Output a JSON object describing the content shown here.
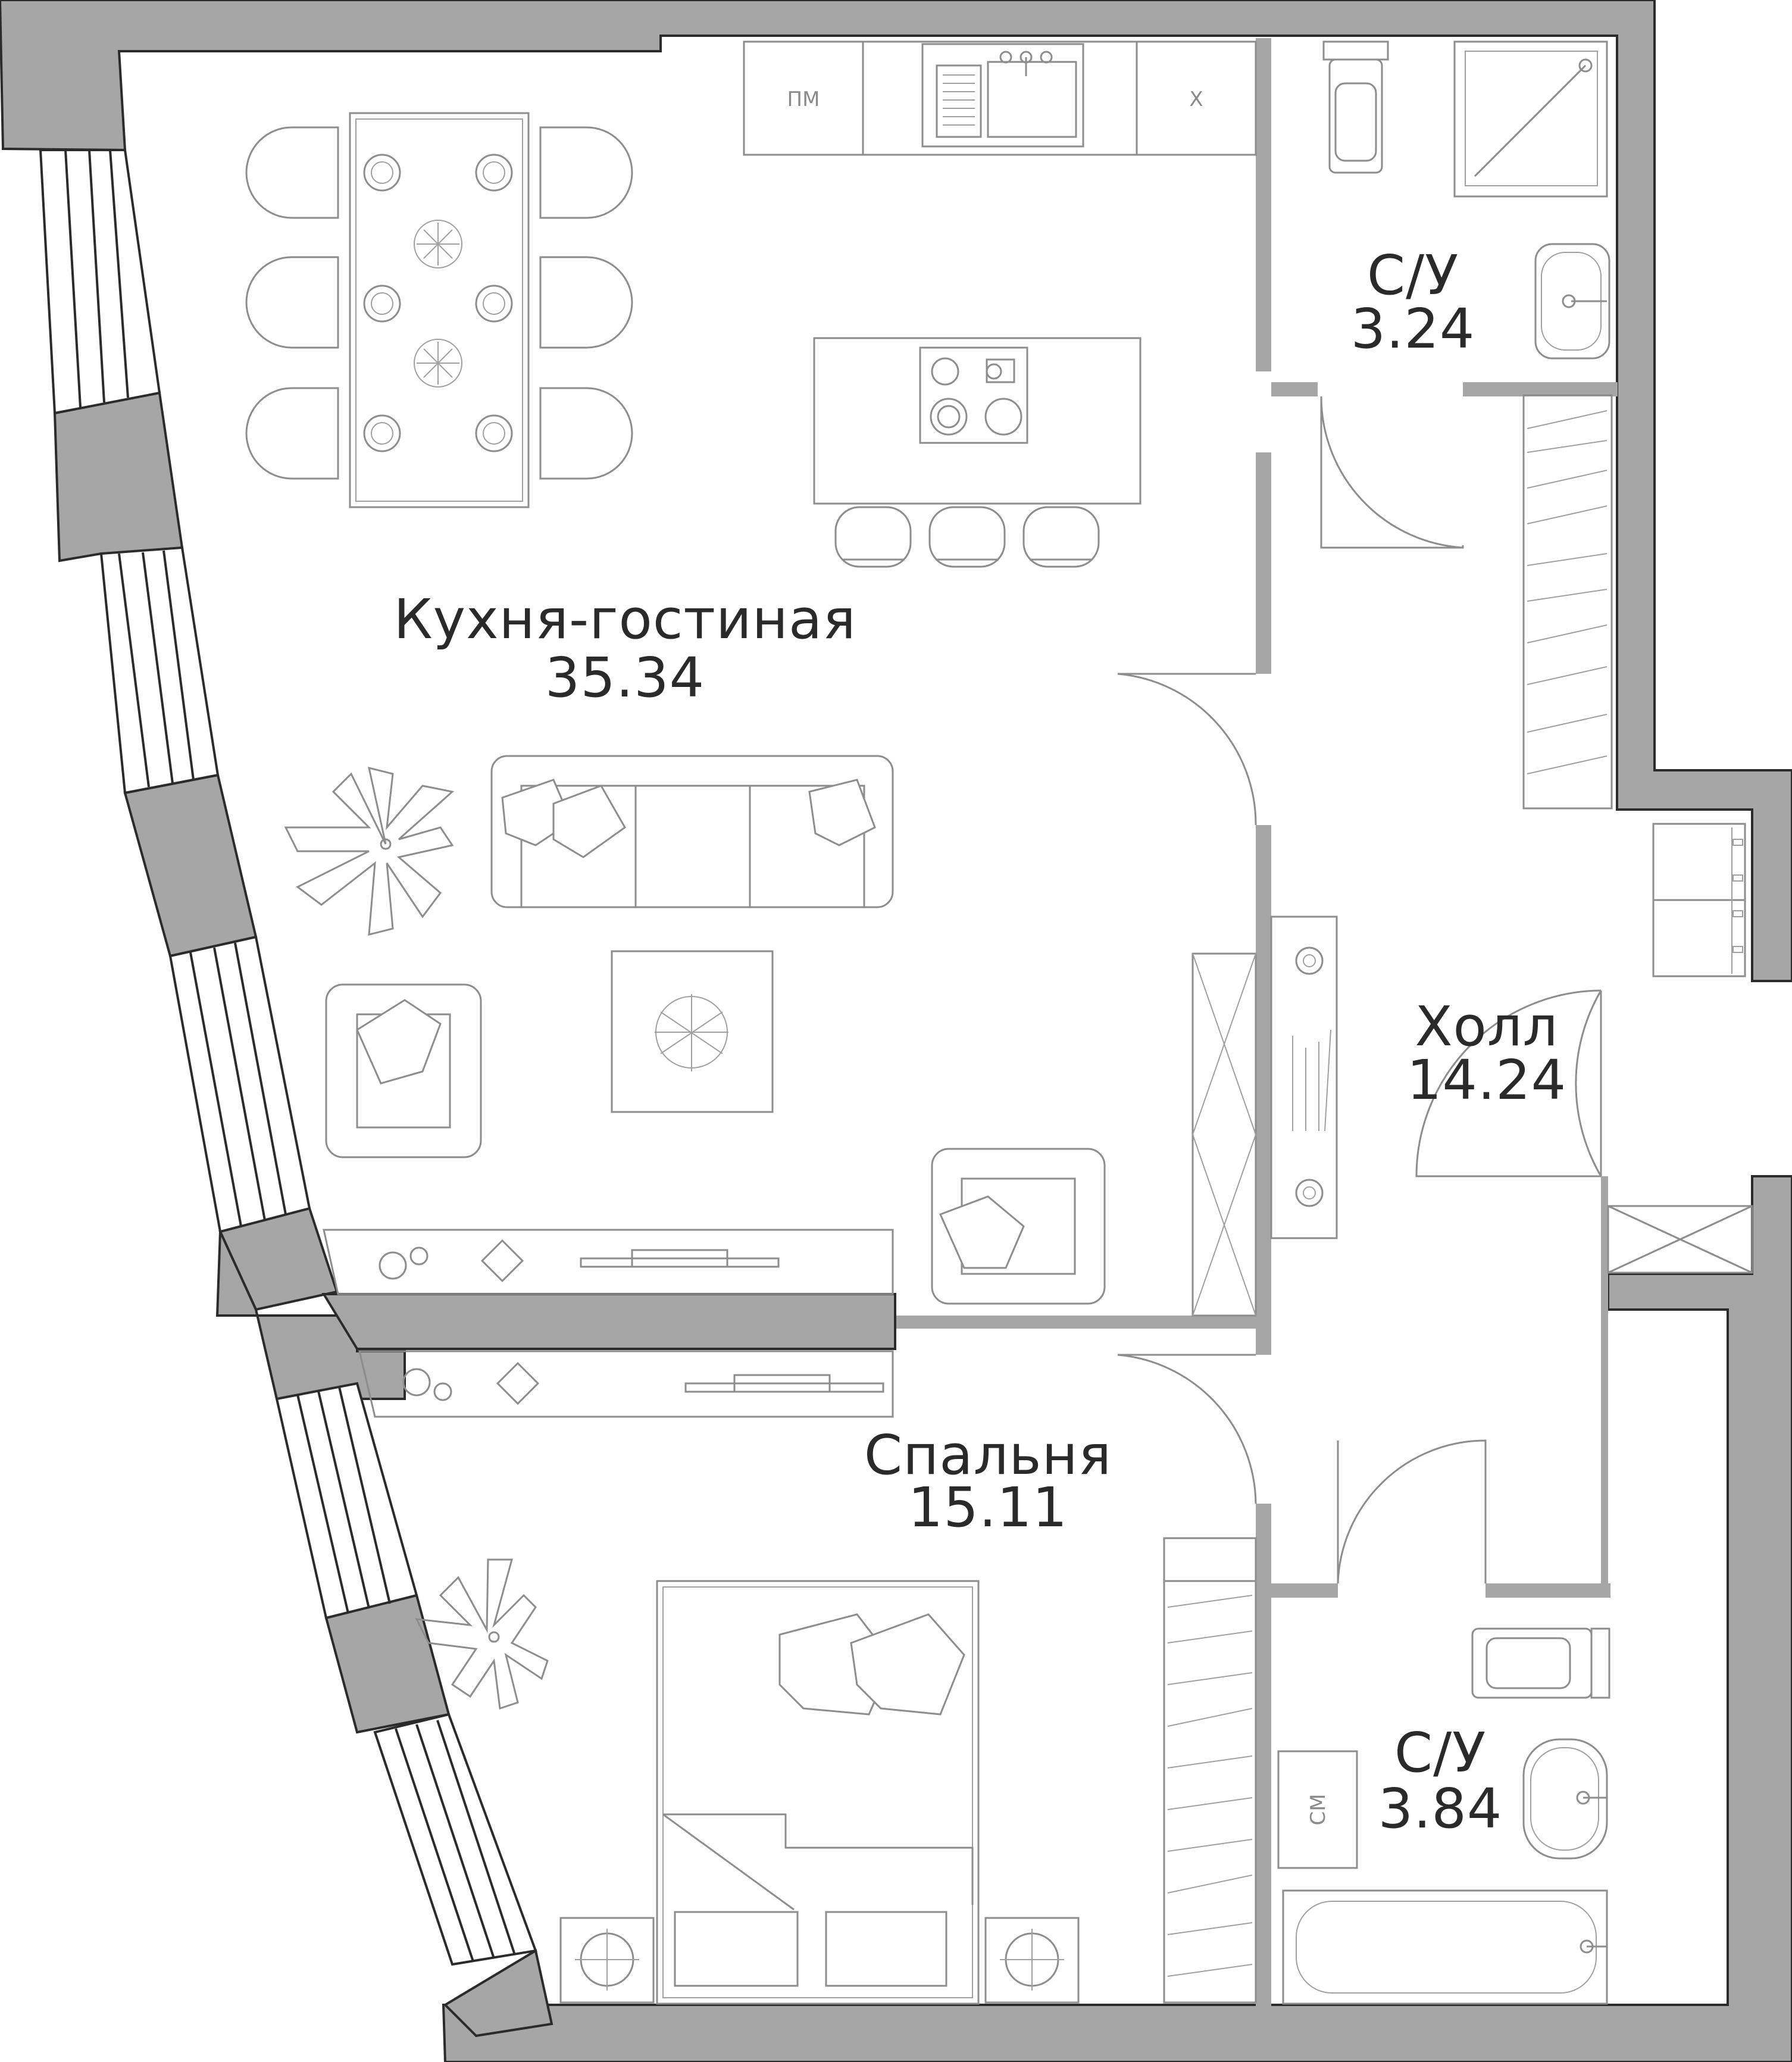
{
  "rooms": [
    {
      "id": "kitchen-living",
      "name": "Кухня-гостиная",
      "area": "35.34"
    },
    {
      "id": "bathroom-1",
      "name": "С/У",
      "area": "3.24"
    },
    {
      "id": "hall",
      "name": "Холл",
      "area": "14.24"
    },
    {
      "id": "bedroom",
      "name": "Спальня",
      "area": "15.11"
    },
    {
      "id": "bathroom-2",
      "name": "С/У",
      "area": "3.84"
    }
  ],
  "appliances": {
    "dishwasher": "ПМ",
    "fridge": "Х",
    "washer": "СМ"
  },
  "icons": [
    "dining-table-icon",
    "kitchen-island-icon",
    "sofa-icon",
    "armchair-icon",
    "plant-icon",
    "bed-icon",
    "toilet-icon",
    "shower-icon",
    "sink-icon",
    "bathtub-icon",
    "wardrobe-icon",
    "door-icon",
    "window-icon"
  ],
  "colors": {
    "wall_fill": "#a6a6a6",
    "wall_outline": "#2b2b2b",
    "furniture": "#8d8d8d",
    "text": "#2a2a2a"
  }
}
